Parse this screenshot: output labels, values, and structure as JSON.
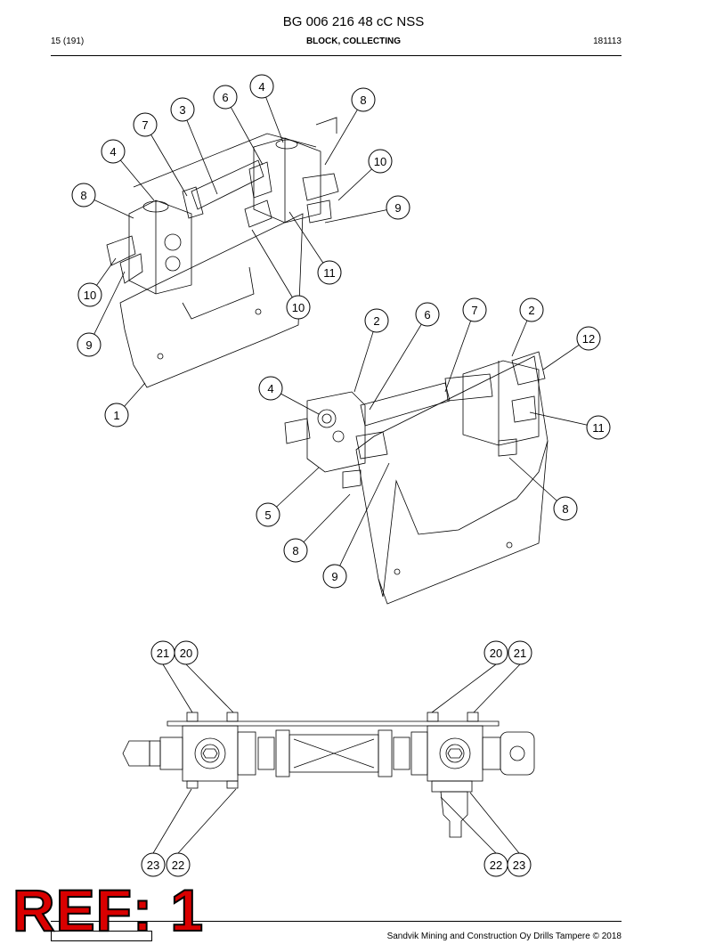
{
  "header": {
    "doc_number": "BG 006 216 48 cC NSS",
    "page": "15 (191)",
    "title": "BLOCK, COLLECTING",
    "code": "181113"
  },
  "callouts": {
    "view1": [
      "1",
      "3",
      "4",
      "4",
      "6",
      "7",
      "8",
      "8",
      "9",
      "9",
      "10",
      "10",
      "10",
      "11"
    ],
    "view2": [
      "2",
      "2",
      "4",
      "5",
      "6",
      "7",
      "8",
      "8",
      "9",
      "11",
      "12"
    ],
    "view3": [
      "20",
      "21",
      "20",
      "21",
      "22",
      "23",
      "22",
      "23"
    ]
  },
  "ref_stamp": "REF: 1",
  "footer": "Sandvik Mining and Construction Oy Drills Tampere © 2018"
}
